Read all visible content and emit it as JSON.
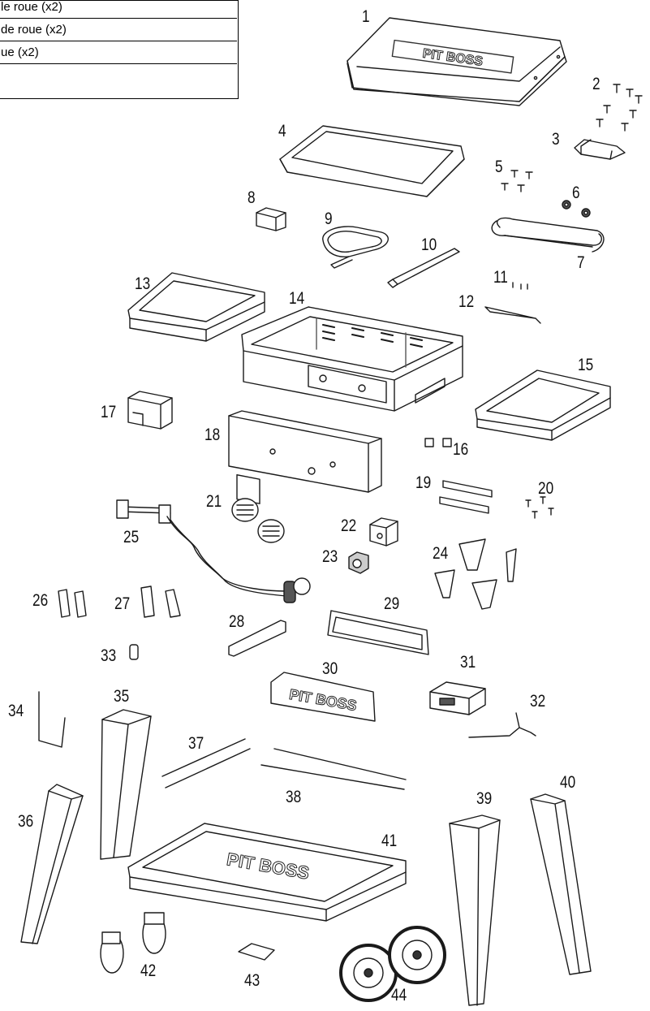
{
  "legend": {
    "rows": [
      "le roue (x2)",
      "de roue (x2)",
      "ue (x2)",
      ""
    ]
  },
  "labels": [
    "1",
    "2",
    "3",
    "4",
    "5",
    "6",
    "7",
    "8",
    "9",
    "10",
    "11",
    "12",
    "13",
    "14",
    "15",
    "16",
    "17",
    "18",
    "19",
    "20",
    "21",
    "22",
    "23",
    "24",
    "25",
    "26",
    "27",
    "28",
    "29",
    "30",
    "31",
    "32",
    "33",
    "34",
    "35",
    "36",
    "37",
    "38",
    "39",
    "40",
    "41",
    "42",
    "43",
    "44"
  ],
  "logo_text": "PIT BOSS",
  "colors": {
    "line": "#1a1a1a",
    "fill": "#ffffff",
    "shade": "#d9d9d9"
  }
}
